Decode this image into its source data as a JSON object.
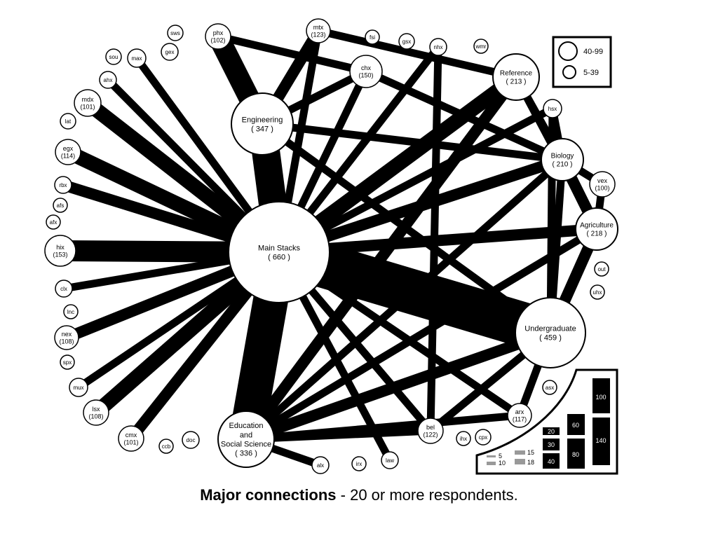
{
  "caption": {
    "bold": "Major connections",
    "rest": " - 20 or more respondents."
  },
  "colors": {
    "edge": "#000000",
    "node_fill": "#ffffff",
    "node_stroke": "#000000",
    "legend_grey": "#999999"
  },
  "size_legend": {
    "items": [
      {
        "id": "large",
        "label": "40-99"
      },
      {
        "id": "small",
        "label": "5-39"
      }
    ]
  },
  "weight_legend": {
    "thin_items": [
      {
        "label": "5"
      },
      {
        "label": "10"
      },
      {
        "label": "15"
      },
      {
        "label": "18"
      }
    ],
    "bars": [
      {
        "label": "20"
      },
      {
        "label": "30"
      },
      {
        "label": "40"
      },
      {
        "label": "60"
      },
      {
        "label": "80"
      },
      {
        "label": "100"
      },
      {
        "label": "140"
      }
    ]
  },
  "nodes": [
    {
      "id": "main",
      "lines": [
        "Main Stacks",
        "( 660 )"
      ]
    },
    {
      "id": "engineering",
      "lines": [
        "Engineering",
        "( 347 )"
      ]
    },
    {
      "id": "undergrad",
      "lines": [
        "Undergraduate",
        "( 459 )"
      ]
    },
    {
      "id": "education",
      "lines": [
        "Education",
        "and",
        "Social Science",
        "( 336 )"
      ]
    },
    {
      "id": "reference",
      "lines": [
        "Reference",
        "( 213 )"
      ]
    },
    {
      "id": "biology",
      "lines": [
        "Biology",
        "( 210 )"
      ]
    },
    {
      "id": "agriculture",
      "lines": [
        "Agriculture",
        "( 218 )"
      ]
    },
    {
      "id": "phx",
      "lines": [
        "phx",
        "(102)"
      ]
    },
    {
      "id": "mtx",
      "lines": [
        "mtx",
        "(123)"
      ]
    },
    {
      "id": "chx",
      "lines": [
        "chx",
        "(150)"
      ]
    },
    {
      "id": "mdx",
      "lines": [
        "mdx",
        "(101)"
      ]
    },
    {
      "id": "egx",
      "lines": [
        "egx",
        "(114)"
      ]
    },
    {
      "id": "hix",
      "lines": [
        "hix",
        "(153)"
      ]
    },
    {
      "id": "nex",
      "lines": [
        "nex",
        "(108)"
      ]
    },
    {
      "id": "lsx",
      "lines": [
        "lsx",
        "(108)"
      ]
    },
    {
      "id": "cmx",
      "lines": [
        "cmx",
        "(101)"
      ]
    },
    {
      "id": "bel",
      "lines": [
        "bel",
        "(122)"
      ]
    },
    {
      "id": "arx",
      "lines": [
        "arx",
        "(117)"
      ]
    },
    {
      "id": "vex",
      "lines": [
        "vex",
        "(100)"
      ]
    },
    {
      "id": "sws",
      "lines": [
        "sws"
      ]
    },
    {
      "id": "gex",
      "lines": [
        "gex"
      ]
    },
    {
      "id": "sou",
      "lines": [
        "sou"
      ]
    },
    {
      "id": "max",
      "lines": [
        "max"
      ]
    },
    {
      "id": "ahx",
      "lines": [
        "ahx"
      ]
    },
    {
      "id": "lat",
      "lines": [
        "lat"
      ]
    },
    {
      "id": "rbx",
      "lines": [
        "rbx"
      ]
    },
    {
      "id": "afs",
      "lines": [
        "afs"
      ]
    },
    {
      "id": "afx",
      "lines": [
        "afx"
      ]
    },
    {
      "id": "clx",
      "lines": [
        "clx"
      ]
    },
    {
      "id": "lnc",
      "lines": [
        "lnc"
      ]
    },
    {
      "id": "spx",
      "lines": [
        "spx"
      ]
    },
    {
      "id": "mux",
      "lines": [
        "mux"
      ]
    },
    {
      "id": "ccb",
      "lines": [
        "ccb"
      ]
    },
    {
      "id": "doc",
      "lines": [
        "doc"
      ]
    },
    {
      "id": "alx",
      "lines": [
        "alx"
      ]
    },
    {
      "id": "irx",
      "lines": [
        "irx"
      ]
    },
    {
      "id": "law",
      "lines": [
        "law"
      ]
    },
    {
      "id": "ihx",
      "lines": [
        "ihx"
      ]
    },
    {
      "id": "cpx",
      "lines": [
        "cpx"
      ]
    },
    {
      "id": "asx",
      "lines": [
        "asx"
      ]
    },
    {
      "id": "uhx",
      "lines": [
        "uhx"
      ]
    },
    {
      "id": "out",
      "lines": [
        "out"
      ]
    },
    {
      "id": "hsx",
      "lines": [
        "hsx"
      ]
    },
    {
      "id": "wmr",
      "lines": [
        "wmr"
      ]
    },
    {
      "id": "nhx",
      "lines": [
        "nhx"
      ]
    },
    {
      "id": "gsx",
      "lines": [
        "gsx"
      ]
    },
    {
      "id": "fsi",
      "lines": [
        "fsi"
      ]
    }
  ],
  "edges": [
    {
      "from": "main",
      "to": "education",
      "weight": 100
    },
    {
      "from": "main",
      "to": "undergrad",
      "weight": 140
    },
    {
      "from": "main",
      "to": "engineering",
      "weight": 80
    },
    {
      "from": "main",
      "to": "hix",
      "weight": 60
    },
    {
      "from": "main",
      "to": "mdx",
      "weight": 40
    },
    {
      "from": "main",
      "to": "egx",
      "weight": 40
    },
    {
      "from": "main",
      "to": "lsx",
      "weight": 40
    },
    {
      "from": "main",
      "to": "reference",
      "weight": 40
    },
    {
      "from": "main",
      "to": "max",
      "weight": 20
    },
    {
      "from": "main",
      "to": "ahx",
      "weight": 20
    },
    {
      "from": "main",
      "to": "rbx",
      "weight": 30
    },
    {
      "from": "main",
      "to": "clx",
      "weight": 20
    },
    {
      "from": "main",
      "to": "nex",
      "weight": 30
    },
    {
      "from": "main",
      "to": "mux",
      "weight": 20
    },
    {
      "from": "main",
      "to": "cmx",
      "weight": 30
    },
    {
      "from": "main",
      "to": "bel",
      "weight": 20
    },
    {
      "from": "main",
      "to": "arx",
      "weight": 20
    },
    {
      "from": "main",
      "to": "law",
      "weight": 20
    },
    {
      "from": "main",
      "to": "agriculture",
      "weight": 30
    },
    {
      "from": "main",
      "to": "biology",
      "weight": 30
    },
    {
      "from": "main",
      "to": "chx",
      "weight": 20
    },
    {
      "from": "main",
      "to": "mtx",
      "weight": 20
    },
    {
      "from": "main",
      "to": "nhx",
      "weight": 20
    },
    {
      "from": "main",
      "to": "hsx",
      "weight": 20
    },
    {
      "from": "engineering",
      "to": "phx",
      "weight": 60
    },
    {
      "from": "engineering",
      "to": "mtx",
      "weight": 30
    },
    {
      "from": "engineering",
      "to": "chx",
      "weight": 20
    },
    {
      "from": "engineering",
      "to": "biology",
      "weight": 20
    },
    {
      "from": "engineering",
      "to": "undergrad",
      "weight": 20
    },
    {
      "from": "phx",
      "to": "chx",
      "weight": 20
    },
    {
      "from": "mtx",
      "to": "reference",
      "weight": 20
    },
    {
      "from": "chx",
      "to": "biology",
      "weight": 20
    },
    {
      "from": "reference",
      "to": "education",
      "weight": 30
    },
    {
      "from": "reference",
      "to": "biology",
      "weight": 20
    },
    {
      "from": "reference",
      "to": "agriculture",
      "weight": 20
    },
    {
      "from": "biology",
      "to": "agriculture",
      "weight": 30
    },
    {
      "from": "biology",
      "to": "vex",
      "weight": 20
    },
    {
      "from": "biology",
      "to": "undergrad",
      "weight": 20
    },
    {
      "from": "biology",
      "to": "education",
      "weight": 20
    },
    {
      "from": "hsx",
      "to": "biology",
      "weight": 20
    },
    {
      "from": "hsx",
      "to": "undergrad",
      "weight": 20
    },
    {
      "from": "vex",
      "to": "agriculture",
      "weight": 20
    },
    {
      "from": "agriculture",
      "to": "undergrad",
      "weight": 30
    },
    {
      "from": "agriculture",
      "to": "education",
      "weight": 20
    },
    {
      "from": "undergrad",
      "to": "education",
      "weight": 30
    },
    {
      "from": "undergrad",
      "to": "bel",
      "weight": 20
    },
    {
      "from": "undergrad",
      "to": "arx",
      "weight": 20
    },
    {
      "from": "nhx",
      "to": "bel",
      "weight": 20
    },
    {
      "from": "education",
      "to": "bel",
      "weight": 20
    },
    {
      "from": "education",
      "to": "alx",
      "weight": 20
    },
    {
      "from": "education",
      "to": "arx",
      "weight": 20
    }
  ]
}
